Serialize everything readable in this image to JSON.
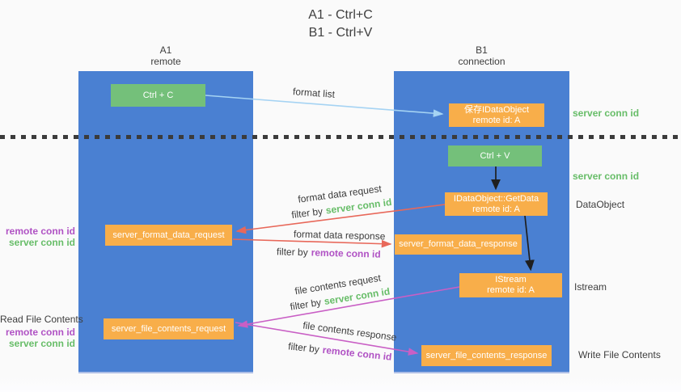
{
  "title": {
    "line1": "A1 - Ctrl+C",
    "line2": "B1 - Ctrl+V"
  },
  "lanes": {
    "a": {
      "id": "A1",
      "subtitle": "remote"
    },
    "b": {
      "id": "B1",
      "subtitle": "connection"
    }
  },
  "nodes": {
    "ctrl_c": {
      "label": "Ctrl + C"
    },
    "ctrl_v": {
      "label": "Ctrl + V"
    },
    "save_dataobject": {
      "line1": "保存IDataObject",
      "line2": "remote id: A"
    },
    "getdata": {
      "line1": "IDataObject::GetData",
      "line2": "remote id: A"
    },
    "istream": {
      "line1": "IStream",
      "line2": "remote id: A"
    },
    "format_request": {
      "label": "server_format_data_request"
    },
    "format_response": {
      "label": "server_format_data_response"
    },
    "file_request": {
      "label": "server_file_contents_request"
    },
    "file_response": {
      "label": "server_file_contents_response"
    }
  },
  "flows": {
    "format_list": {
      "label": "format list"
    },
    "format_request": {
      "label": "format data request",
      "filter_prefix": "filter by",
      "filter_key": "server conn id"
    },
    "format_response": {
      "label": "format data response",
      "filter_prefix": "filter by",
      "filter_key": "remote conn id"
    },
    "file_request": {
      "label": "file contents request",
      "filter_prefix": "filter by",
      "filter_key": "server conn id"
    },
    "file_response": {
      "label": "file contents response",
      "filter_prefix": "filter by",
      "filter_key": "remote conn id"
    }
  },
  "annotations": {
    "server_conn_id_top": "server conn id",
    "server_conn_id_mid": "server conn id",
    "dataobject": "DataObject",
    "istream": "Istream",
    "write_file_contents": "Write File Contents",
    "read_file_contents": "Read File Contents",
    "left_group1": {
      "remote": "remote conn id",
      "server": "server conn id"
    },
    "left_group2": {
      "remote": "remote conn id",
      "server": "server conn id"
    }
  },
  "colors": {
    "lane_blue": "#4a80d2",
    "button_green": "#74c07a",
    "box_orange": "#f8ae4a",
    "arrow_light_blue": "#a5d3f3",
    "arrow_red": "#e8685a",
    "arrow_magenta": "#c95fc5",
    "id_green": "#67bd68",
    "id_purple": "#b052c4",
    "divider_dark": "#3b3b3b"
  }
}
